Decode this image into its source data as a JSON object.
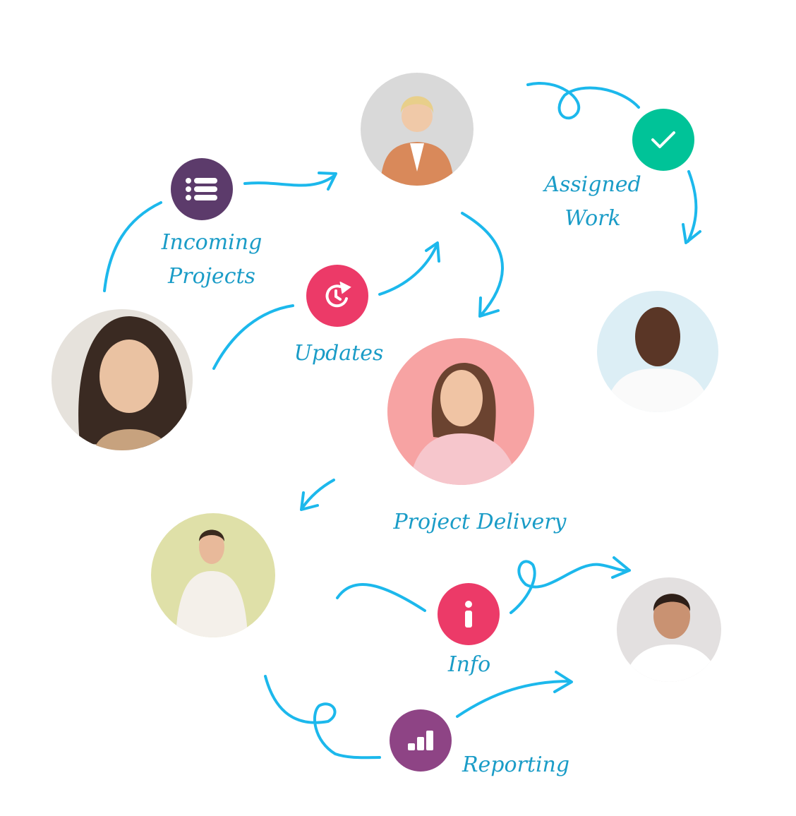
{
  "colors": {
    "arrow": "#1cb8ec",
    "label": "#1a9cc7",
    "assigned": "#00c398",
    "incoming": "#5c3b6b",
    "updates": "#ec3a68",
    "info": "#ec3a68",
    "reporting": "#8e4485"
  },
  "nodes": {
    "incoming": {
      "label_line1": "Incoming",
      "label_line2": "Projects",
      "icon": "list-icon"
    },
    "assigned": {
      "label_line1": "Assigned",
      "label_line2": "Work",
      "icon": "check-icon"
    },
    "updates": {
      "label": "Updates",
      "icon": "clock-refresh-icon"
    },
    "delivery": {
      "label": "Project Delivery"
    },
    "info": {
      "label": "Info",
      "icon": "info-icon"
    },
    "reporting": {
      "label": "Reporting",
      "icon": "bar-chart-icon"
    }
  }
}
